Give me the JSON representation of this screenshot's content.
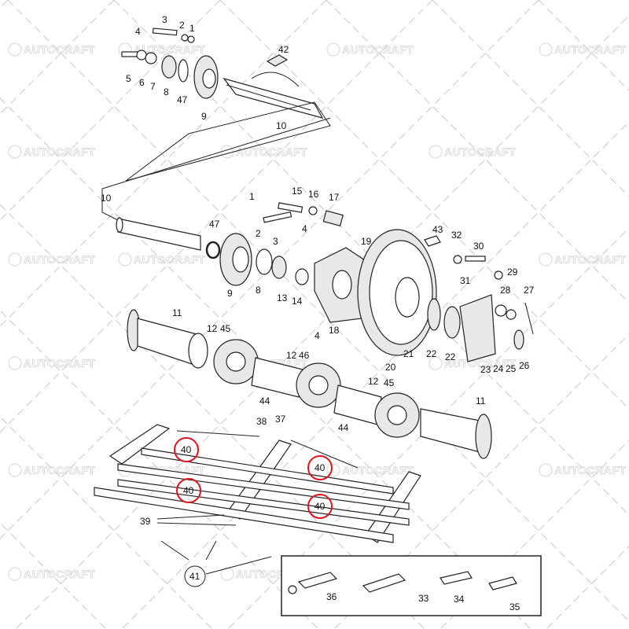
{
  "watermark": "AUTOCRAFT",
  "colors": {
    "highlight": "#e0141e",
    "line": "#222222",
    "watermark": "#d6d6d6"
  },
  "labels": {
    "top": [
      "3",
      "2",
      "1",
      "4",
      "42",
      "5",
      "6",
      "7",
      "8",
      "47",
      "9",
      "10"
    ],
    "mid": [
      "10",
      "1",
      "15",
      "16",
      "17",
      "47",
      "2",
      "3",
      "4",
      "43",
      "32",
      "30",
      "19",
      "29",
      "31",
      "9",
      "8",
      "13",
      "14",
      "28",
      "27",
      "18",
      "4",
      "11",
      "12",
      "45",
      "21",
      "22",
      "22",
      "23",
      "24",
      "25",
      "26",
      "20",
      "12",
      "46",
      "44",
      "12",
      "45",
      "11",
      "44"
    ],
    "bottom": [
      "38",
      "37",
      "39",
      "41",
      "36",
      "33",
      "34",
      "35"
    ],
    "highlighted": [
      "40",
      "40",
      "40",
      "40"
    ]
  }
}
